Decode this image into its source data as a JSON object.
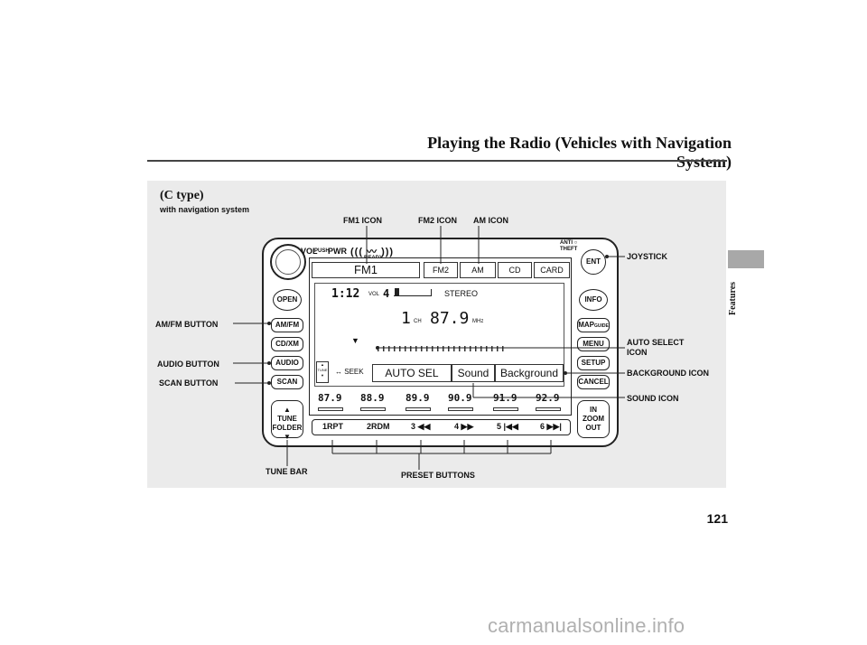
{
  "header": {
    "title": "Playing the Radio (Vehicles with Navigation System)"
  },
  "side_tab": {
    "label": "Features"
  },
  "figure": {
    "subtitle": "(C type)",
    "note": "with navigation system"
  },
  "callouts": {
    "fm1_icon": "FM1 ICON",
    "fm2_icon": "FM2 ICON",
    "am_icon": "AM ICON",
    "joystick": "JOYSTICK",
    "am_fm_button": "AM/FM BUTTON",
    "auto_select_1": "AUTO SELECT",
    "auto_select_2": "ICON",
    "audio_button": "AUDIO BUTTON",
    "background_icon": "BACKGROUND ICON",
    "scan_button": "SCAN BUTTON",
    "sound_icon": "SOUND ICON",
    "tune_bar": "TUNE BAR",
    "preset_buttons": "PRESET BUTTONS"
  },
  "unit": {
    "vol_label": "VOL",
    "push_label": "PUSH",
    "pwr_label": "PWR",
    "ready_label": "READY",
    "anti_theft_1": "ANTI",
    "anti_theft_2": "THEFT",
    "left_buttons": [
      "OPEN",
      "AM/FM",
      "CD/XM",
      "AUDIO",
      "SCAN"
    ],
    "tune_folder_1": "TUNE",
    "tune_folder_2": "FOLDER",
    "right_buttons": [
      "ENT",
      "INFO",
      "MAP",
      "MENU",
      "SETUP",
      "CANCEL"
    ],
    "map_sub": "GUIDE",
    "zoom_1": "IN",
    "zoom_2": "ZOOM",
    "zoom_3": "OUT"
  },
  "screen": {
    "tabs": [
      "FM1",
      "FM2",
      "AM",
      "CD",
      "CARD"
    ],
    "time": "1:12",
    "vol_label": "VOL",
    "vol_value": "4",
    "stereo": "STEREO",
    "channel": "1",
    "ch_label": "CH",
    "frequency": "87.9",
    "unit": "MHz",
    "tune_label": "TUNE",
    "seek_label": "SEEK",
    "softkeys": [
      "AUTO SEL",
      "Sound",
      "Background"
    ]
  },
  "presets_freqs": [
    "87.9",
    "88.9",
    "89.9",
    "90.9",
    "91.9",
    "92.9"
  ],
  "presets": [
    "1RPT",
    "2RDM",
    "3",
    "4",
    "5",
    "6"
  ],
  "page": {
    "number": "121"
  },
  "watermark": "carmanualsonline.info"
}
